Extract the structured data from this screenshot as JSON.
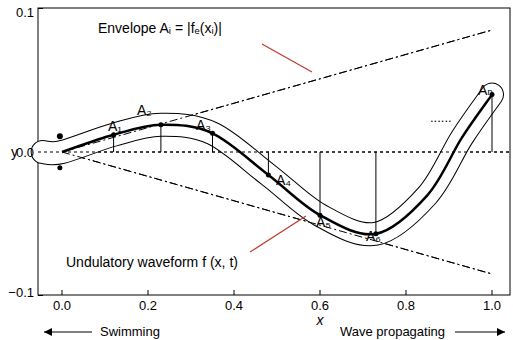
{
  "diagram": {
    "labels": [
      "0.1",
      "y",
      "0.0",
      "−0.1",
      "0.0",
      "0.2",
      "0.4",
      "0.6",
      "0.8",
      "1.0",
      "x",
      "Envelope Aᵢ = |fₑ(xᵢ)|",
      "Undulatory waveform f (x, t)",
      "A₁",
      "A₂",
      "A₃",
      "A₄",
      "A₅",
      "A₆",
      "Aₙ",
      "......",
      "Swimming",
      "Wave propagating"
    ]
  }
}
